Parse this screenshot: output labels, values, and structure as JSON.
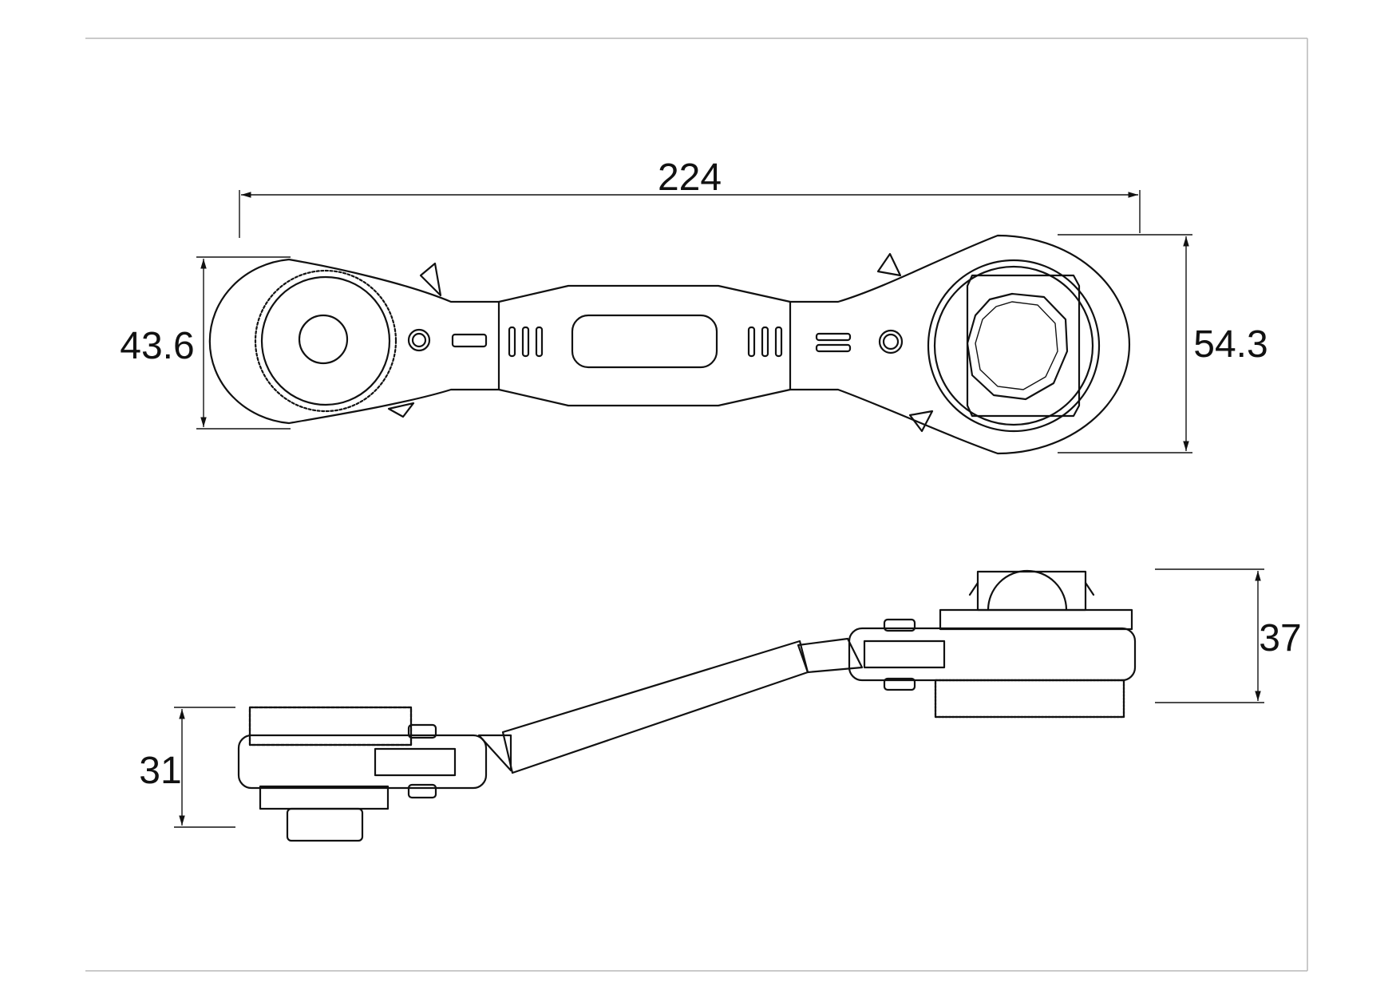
{
  "dimensions": {
    "overall_length": "224",
    "small_head_width": "43.6",
    "large_head_width": "54.3",
    "small_head_thickness": "31",
    "large_head_thickness": "37"
  },
  "colors": {
    "line": "#111111",
    "frame": "#b8b8b8",
    "background": "#ffffff"
  }
}
